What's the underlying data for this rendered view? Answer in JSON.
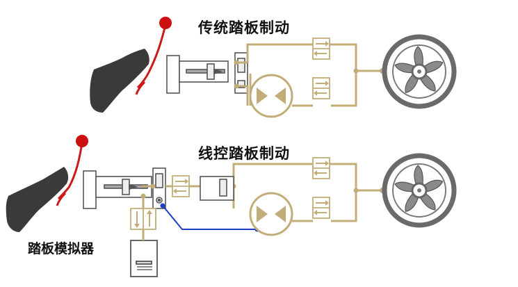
{
  "labels": {
    "conventional_title": "传统踏板制动",
    "brake_by_wire_title": "线控踏板制动",
    "pedal_simulator_label": "踏板模拟器"
  },
  "colors": {
    "hydraulic_line": "#c2ad79",
    "pedal_foot": "#3a3a3a",
    "pedal_lever": "#cc1a1a",
    "signal_wire": "#1e3fcc",
    "mechanism": "#555555",
    "wheel": "#666666"
  }
}
